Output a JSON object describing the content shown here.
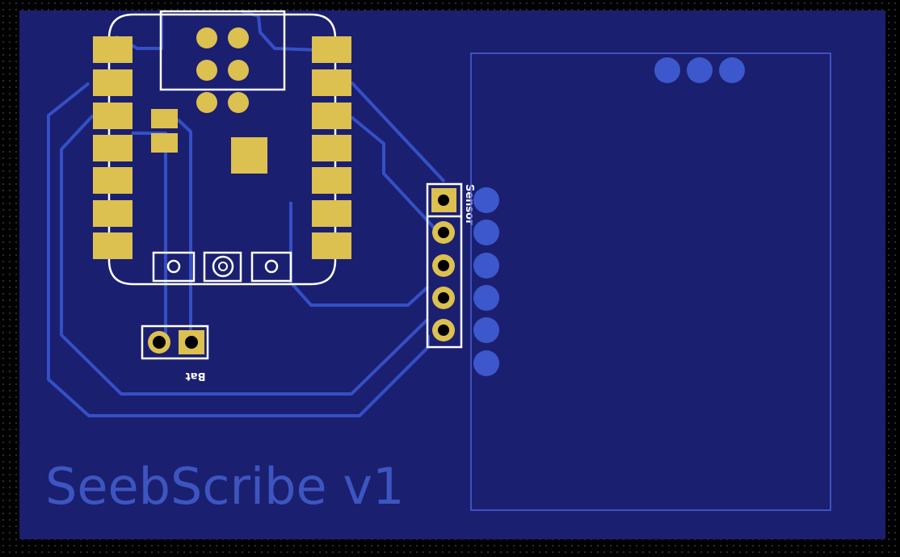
{
  "board": {
    "title": "SeebScribe v1",
    "colors": {
      "substrate": "#1b1f70",
      "trace": "#3550c6",
      "copper_pad": "#dcc050",
      "silkscreen": "#ffffff",
      "ground_pad": "#3d58cc",
      "title_text": "#3d55c0",
      "module_outline": "#4a64d8",
      "background": "#000000"
    }
  },
  "labels": {
    "sensor": "Sensor",
    "battery": "Bat"
  },
  "icons": {
    "pad": "circle-pad-icon",
    "smd": "rect-pad-icon"
  }
}
